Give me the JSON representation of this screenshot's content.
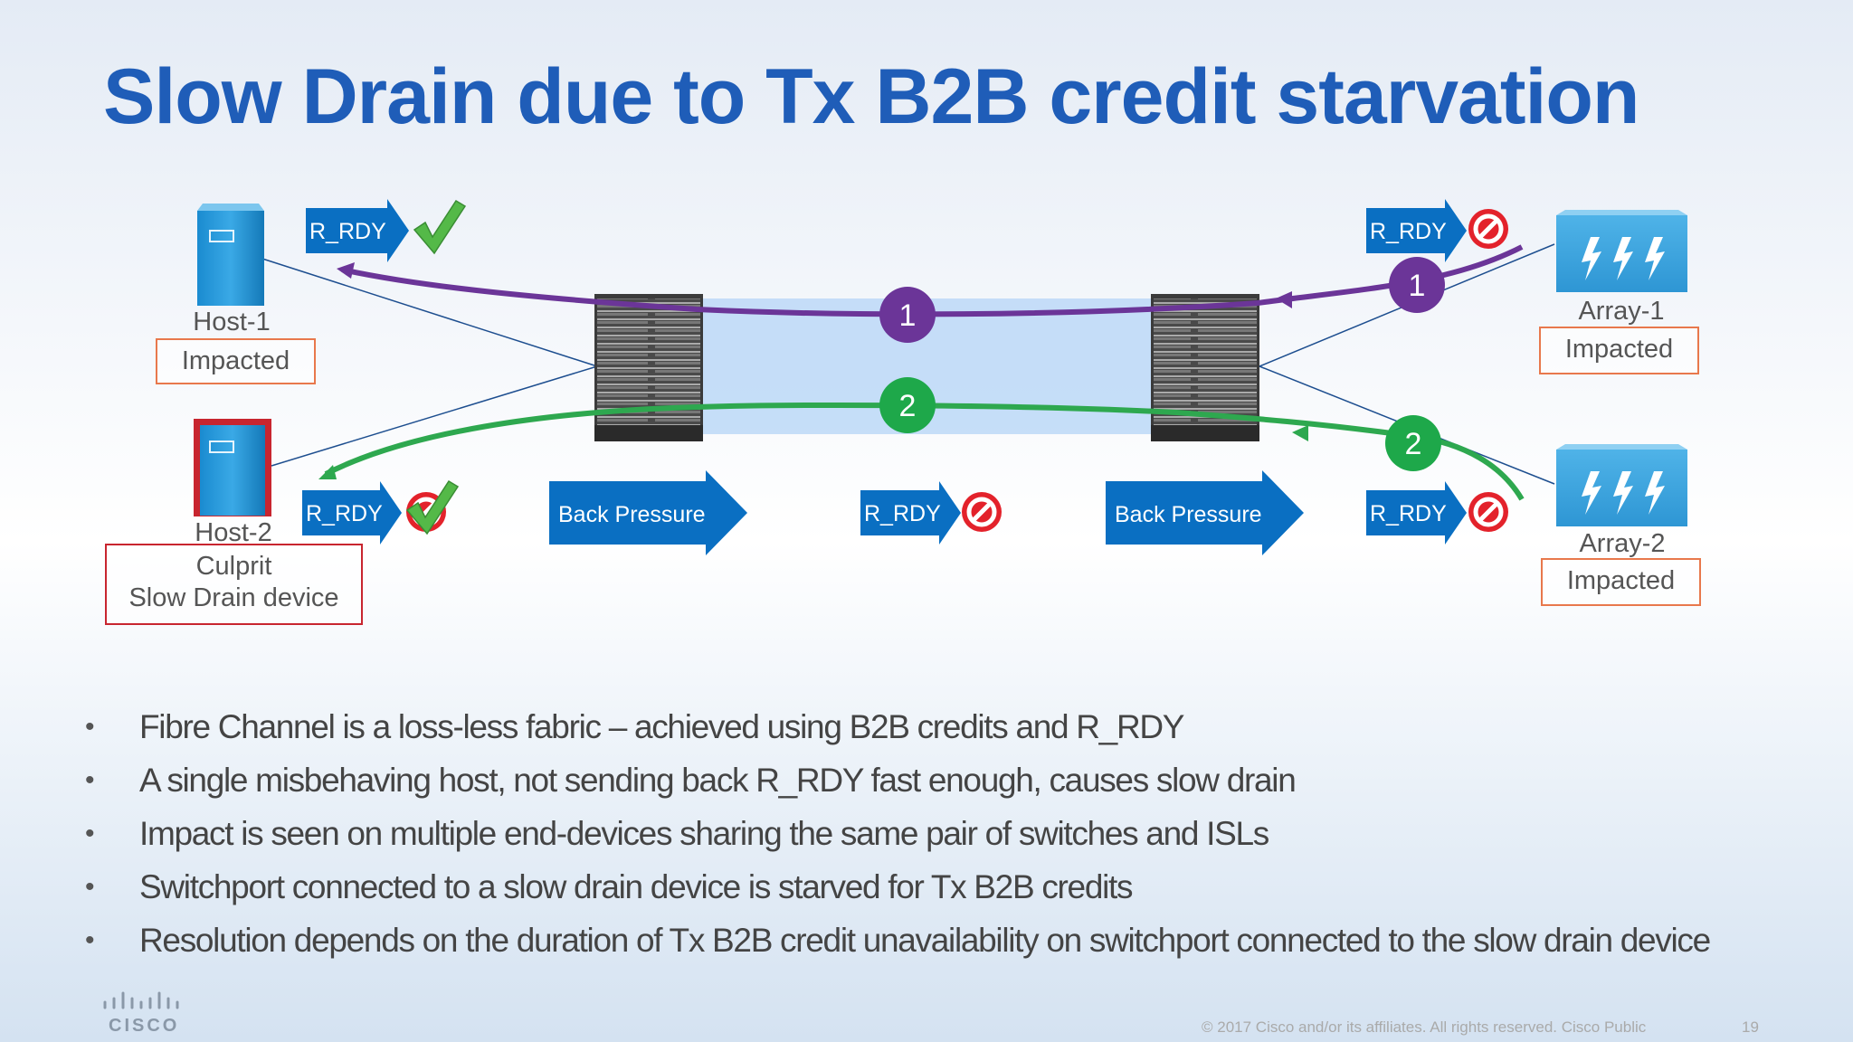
{
  "title": "Slow Drain due to Tx B2B credit starvation",
  "host1": {
    "label": "Host-1",
    "status": "Impacted"
  },
  "host2": {
    "label": "Host-2",
    "status_line1": "Culprit",
    "status_line2": "Slow Drain device"
  },
  "array1": {
    "label": "Array-1",
    "status": "Impacted"
  },
  "array2": {
    "label": "Array-2",
    "status": "Impacted"
  },
  "rrdy_label": "R_RDY",
  "back_pressure_label": "Back Pressure",
  "flow1_number": "1",
  "flow2_number": "2",
  "colors": {
    "title": "#1f5db8",
    "flow1": "#6b3598",
    "flow2": "#2ea84f",
    "arrow_blue": "#0a6fc2",
    "isl_band": "#bcd8f7",
    "stop_red": "#e3222b",
    "check_green": "#54b948",
    "impacted_border": "#e8784c",
    "culprit_border": "#c8252f"
  },
  "bullets": [
    "Fibre Channel is a loss-less fabric – achieved using B2B credits and R_RDY",
    "A single misbehaving host, not sending back R_RDY fast enough, causes slow drain",
    "Impact is seen on multiple end-devices sharing the same pair of switches and ISLs",
    "Switchport connected to a slow drain device is starved for Tx B2B credits",
    "Resolution depends on the duration of Tx B2B credit unavailability on switchport connected to the slow drain device"
  ],
  "footer": {
    "copyright": "© 2017  Cisco and/or its affiliates. All rights reserved.   Cisco Public",
    "page_number": "19",
    "logo_text": "CISCO"
  }
}
